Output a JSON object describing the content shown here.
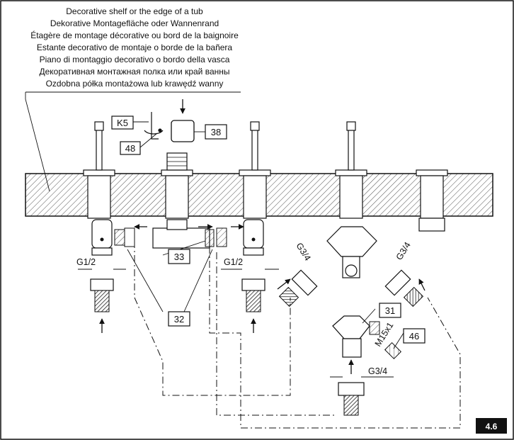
{
  "caption": {
    "lines": [
      "Decorative shelf or the edge of a tub",
      "Dekorative Montagefläche oder Wannenrand",
      "Étagère de montage décorative ou bord de la baignoire",
      "Estante decorativo de montaje o borde de la bañera",
      "Piano di montaggio decorativo o bordo della vasca",
      "Декоративная монтажная полка или край ванны",
      "Ozdobna półka montażowa lub krawędź wanny"
    ]
  },
  "labels": {
    "k5": "K5",
    "p48": "48",
    "p38": "38",
    "p33": "33",
    "p32": "32",
    "p31": "31",
    "p46": "46",
    "g12_left": "G1/2",
    "g12_right": "G1/2",
    "g34_a": "G3/4",
    "g34_b": "G3/4",
    "g34_c": "G3/4",
    "m15": "M15x1"
  },
  "figure_number": "4.6"
}
